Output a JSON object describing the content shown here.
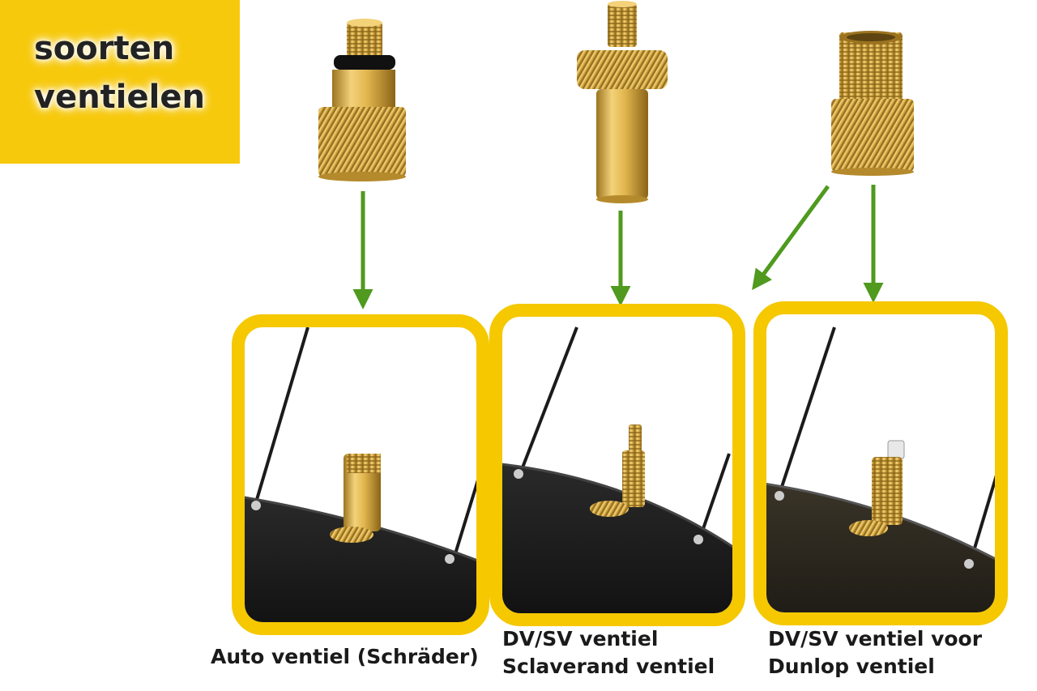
{
  "title": {
    "lines": [
      "soorten",
      "ventielen"
    ]
  },
  "colors": {
    "accent": "#f7c90c",
    "frame": "#f5c800",
    "arrow": "#4f9a1f",
    "brass_light": "#f3d27a",
    "brass_mid": "#d4a83c",
    "brass_dark": "#9c7420",
    "rim": "#1b1b1b",
    "o_ring": "#111111"
  },
  "adapters": [
    {
      "name": "auto-adapter"
    },
    {
      "name": "presta-adapter"
    },
    {
      "name": "dunlop-adapter"
    }
  ],
  "panels": [
    {
      "caption": [
        "Auto ventiel (Schräder)"
      ]
    },
    {
      "caption": [
        "DV/SV ventiel",
        "Sclaverand ventiel"
      ]
    },
    {
      "caption": [
        "DV/SV ventiel voor",
        "Dunlop ventiel"
      ]
    }
  ]
}
